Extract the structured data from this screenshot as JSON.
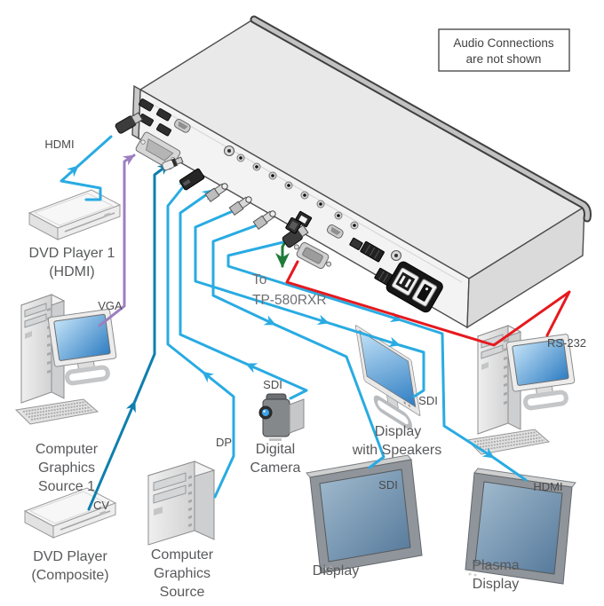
{
  "note": {
    "line1": "Audio Connections",
    "line2": "are not shown"
  },
  "colors": {
    "video_cable": "#29abe2",
    "composite_cable": "#0f7fae",
    "vga_cable": "#9d7fc0",
    "rs232_cable": "#e6191e",
    "tp_cable": "#1e7b38",
    "label_text": "#58595b"
  },
  "labels": {
    "hdmi_in": "HDMI",
    "vga": "VGA",
    "cv": "CV",
    "dp": "DP",
    "sdi_camera": "SDI",
    "sdi_display_speakers": "SDI",
    "sdi_display": "SDI",
    "hdmi_plasma": "HDMI",
    "rs232": "RS-232",
    "tp_line1": "To",
    "tp_line2": "TP-580RXR"
  },
  "devices": {
    "dvd_player_1": {
      "line1": "DVD Player 1",
      "line2": "(HDMI)"
    },
    "computer_graphics_source_1": {
      "line1": "Computer",
      "line2": "Graphics",
      "line3": "Source 1"
    },
    "dvd_player_composite": {
      "line1": "DVD Player",
      "line2": "(Composite)"
    },
    "computer_graphics_source": {
      "line1": "Computer",
      "line2": "Graphics",
      "line3": "Source"
    },
    "digital_camera": {
      "line1": "Digital",
      "line2": "Camera"
    },
    "display": {
      "line1": "Display"
    },
    "display_with_speakers": {
      "line1": "Display",
      "line2": "with Speakers"
    },
    "plasma_display": {
      "line1": "Plasma",
      "line2": "Display"
    }
  }
}
